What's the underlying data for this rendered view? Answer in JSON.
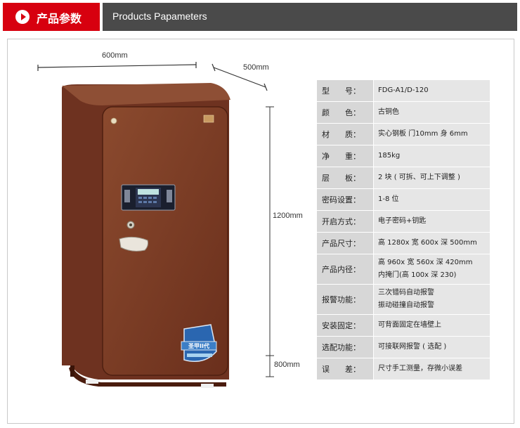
{
  "header": {
    "cn_title": "产品参数",
    "en_title": "Products Papameters"
  },
  "dimensions": {
    "width": "600mm",
    "depth": "500mm",
    "height": "1200mm",
    "base": "800mm"
  },
  "badge": {
    "brand": "圣甲II代"
  },
  "colors": {
    "header_red": "#d7000f",
    "header_gray": "#4a4a4a",
    "safe_body": "#7b3a24"
  },
  "specs": [
    {
      "label": "型　　号：",
      "value": [
        "FDG-A1/D-120"
      ]
    },
    {
      "label": "颜　　色：",
      "value": [
        "古铜色"
      ]
    },
    {
      "label": "材　　质：",
      "value": [
        "实心钢板 门10mm 身 6mm"
      ]
    },
    {
      "label": "净　　重：",
      "value": [
        "185kg"
      ]
    },
    {
      "label": "层　　板：",
      "value": [
        "2 块 ( 可拆、可上下调整 )"
      ]
    },
    {
      "label": "密码设置：",
      "value": [
        "1-8 位"
      ]
    },
    {
      "label": "开启方式：",
      "value": [
        "电子密码+钥匙"
      ]
    },
    {
      "label": "产品尺寸：",
      "value": [
        "高 1280x 宽 600x 深 500mm"
      ]
    },
    {
      "label": "产品内径：",
      "value": [
        "高 960x 宽 560x 深 420mm",
        "内掩门(高 100x 深 230)"
      ]
    },
    {
      "label": "报警功能：",
      "value": [
        "三次错码自动报警",
        "振动碰撞自动报警"
      ]
    },
    {
      "label": "安装固定：",
      "value": [
        "可背面固定在墙壁上"
      ]
    },
    {
      "label": "选配功能：",
      "value": [
        "可接联网报警 ( 选配 )"
      ]
    },
    {
      "label": "误　　差：",
      "value": [
        "尺寸手工测量，存微小误差"
      ]
    }
  ]
}
